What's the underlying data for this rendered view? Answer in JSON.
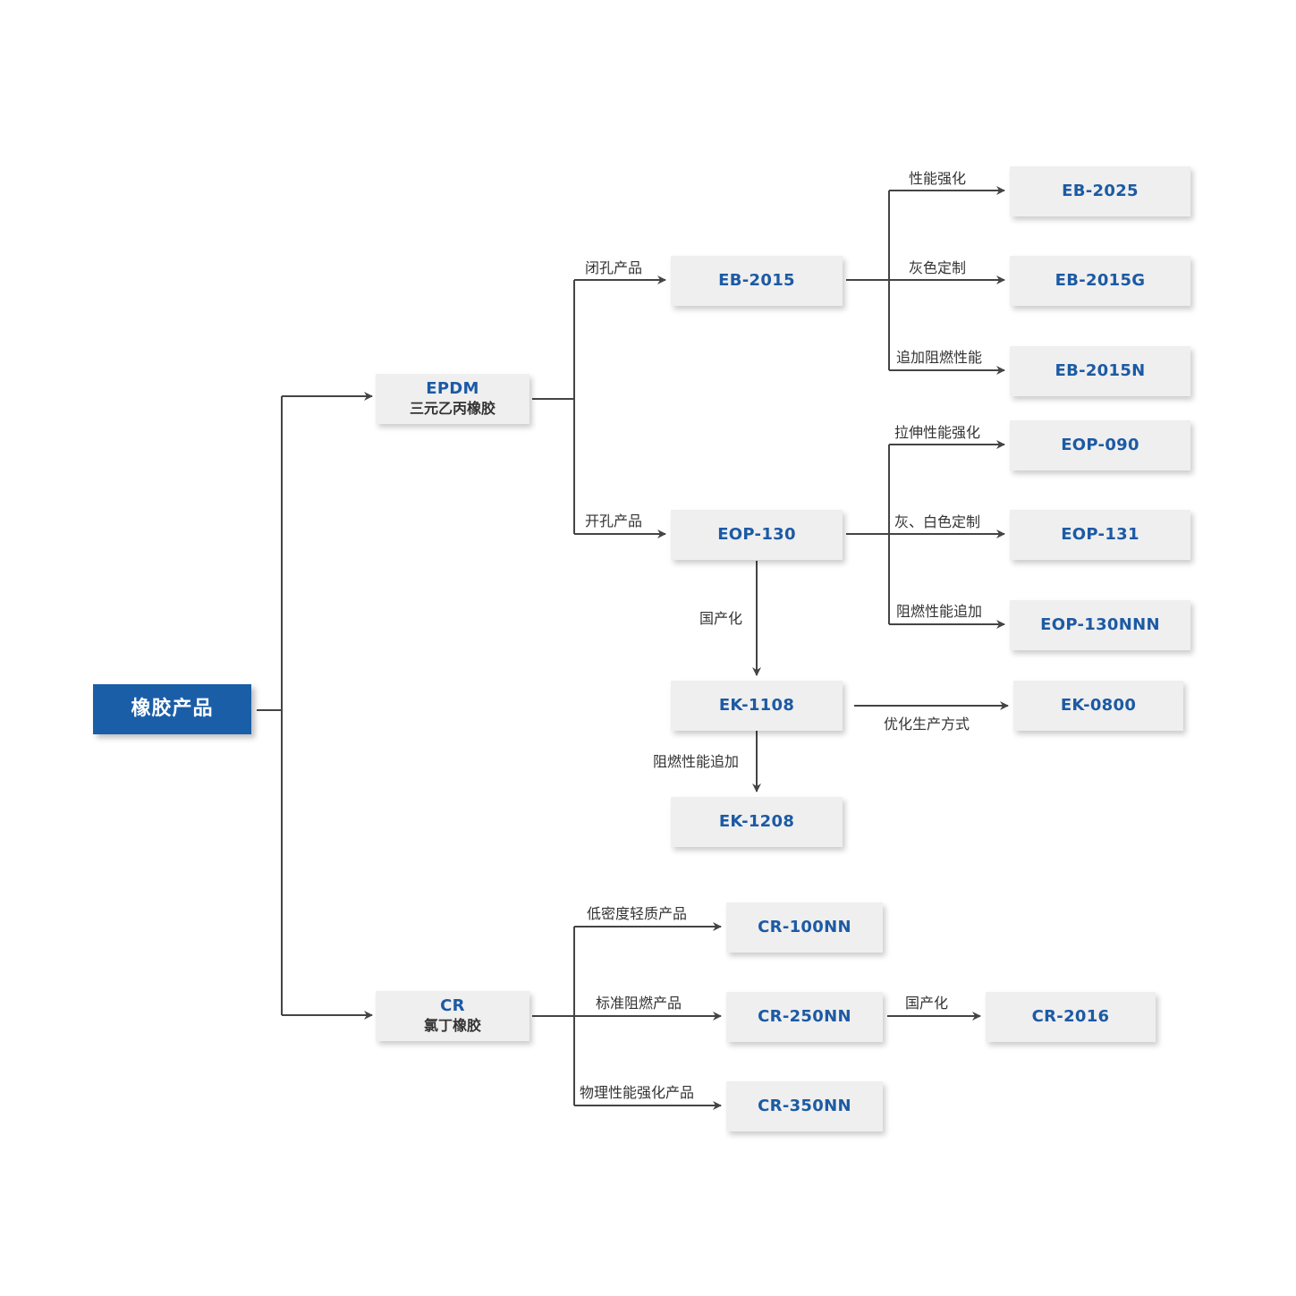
{
  "colors": {
    "root_fill": "#1b5ea8",
    "node_fill": "#efefef",
    "code_text": "#1c5aa4",
    "line": "#444444"
  },
  "nodes": {
    "root": {
      "title": "橡胶产品"
    },
    "epdm": {
      "code": "EPDM",
      "sub": "三元乙丙橡胶"
    },
    "cr": {
      "code": "CR",
      "sub": "氯丁橡胶"
    },
    "eb2015": {
      "code": "EB-2015"
    },
    "eop130": {
      "code": "EOP-130"
    },
    "eb2025": {
      "code": "EB-2025"
    },
    "eb2015g": {
      "code": "EB-2015G"
    },
    "eb2015n": {
      "code": "EB-2015N"
    },
    "eop090": {
      "code": "EOP-090"
    },
    "eop131": {
      "code": "EOP-131"
    },
    "eop130nnn": {
      "code": "EOP-130NNN"
    },
    "ek1108": {
      "code": "EK-1108"
    },
    "ek0800": {
      "code": "EK-0800"
    },
    "ek1208": {
      "code": "EK-1208"
    },
    "cr100nn": {
      "code": "CR-100NN"
    },
    "cr250nn": {
      "code": "CR-250NN"
    },
    "cr350nn": {
      "code": "CR-350NN"
    },
    "cr2016": {
      "code": "CR-2016"
    }
  },
  "edge_labels": {
    "closed_cell": "闭孔产品",
    "open_cell": "开孔产品",
    "perf_enhance": "性能强化",
    "gray_custom": "灰色定制",
    "add_flame": "追加阻燃性能",
    "tensile_enhance": "拉伸性能强化",
    "gray_white_custom": "灰、白色定制",
    "flame_add": "阻燃性能追加",
    "localize_ek": "国产化",
    "optimize_production": "优化生产方式",
    "flame_add_ek": "阻燃性能追加",
    "low_density": "低密度轻质产品",
    "standard_flame": "标准阻燃产品",
    "physical_enhance": "物理性能强化产品",
    "localize_cr": "国产化"
  }
}
